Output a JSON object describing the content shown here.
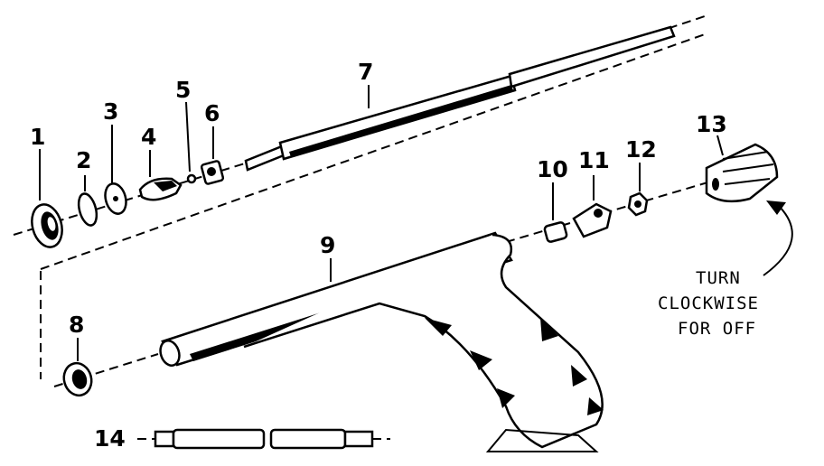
{
  "labels": {
    "p1": "1",
    "p2": "2",
    "p3": "3",
    "p4": "4",
    "p5": "5",
    "p6": "6",
    "p7": "7",
    "p8": "8",
    "p9": "9",
    "p10": "10",
    "p11": "11",
    "p12": "12",
    "p13": "13",
    "p14": "14"
  },
  "note": {
    "line1": "TURN",
    "line2": "CLOCKWISE",
    "line3": "FOR OFF"
  }
}
